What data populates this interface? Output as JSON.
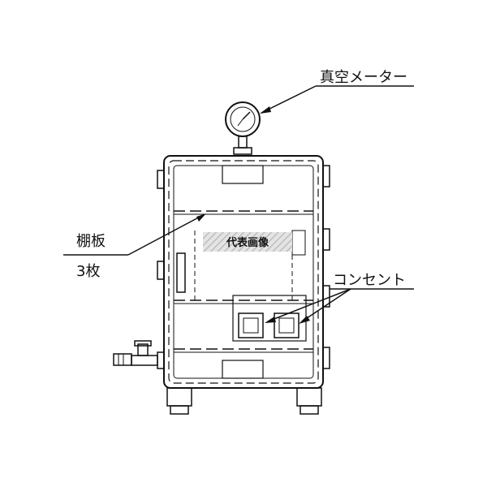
{
  "labels": {
    "vacuum_meter": "真空メーター",
    "shelf": "棚板",
    "shelf_count": "3枚",
    "representative_image": "代表画像",
    "outlet": "コンセント"
  },
  "colors": {
    "line": "#111111",
    "outlet_fill": "#e8d9a8",
    "hatch": "#bdbdbd",
    "background": "#ffffff"
  }
}
